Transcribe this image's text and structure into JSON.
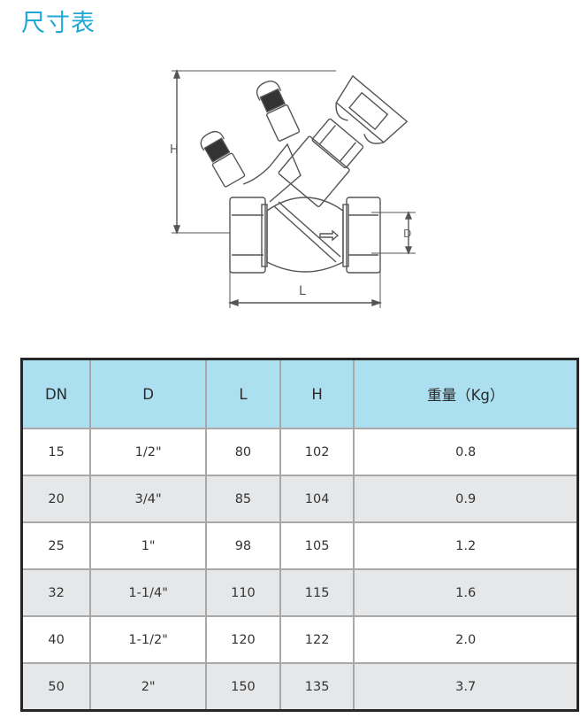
{
  "title": "尺寸表",
  "drawing": {
    "labels": {
      "height": "H",
      "length": "L",
      "diameter": "D"
    },
    "description": "Static balancing valve dimension drawing"
  },
  "table": {
    "headers": [
      "DN",
      "D",
      "L",
      "H",
      "重量（Kg）"
    ],
    "rows": [
      [
        "15",
        "1/2\"",
        "80",
        "102",
        "0.8"
      ],
      [
        "20",
        "3/4\"",
        "85",
        "104",
        "0.9"
      ],
      [
        "25",
        "1\"",
        "98",
        "105",
        "1.2"
      ],
      [
        "32",
        "1-1/4\"",
        "110",
        "115",
        "1.6"
      ],
      [
        "40",
        "1-1/2\"",
        "120",
        "122",
        "2.0"
      ],
      [
        "50",
        "2\"",
        "150",
        "135",
        "3.7"
      ]
    ]
  },
  "colors": {
    "title": "#1fa8d6",
    "header_bg": "#acdff0",
    "row_alt_bg": "#e6e7e8",
    "border": "#262626"
  }
}
